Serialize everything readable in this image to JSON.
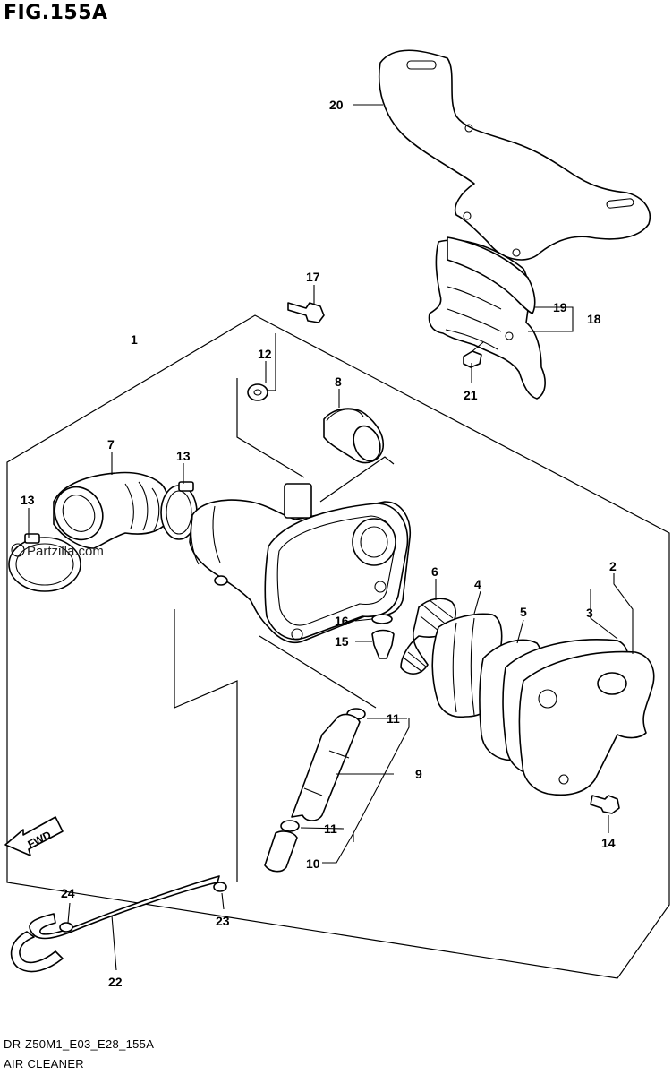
{
  "figure": {
    "title": "FIG.155A",
    "code": "DR-Z50M1_E03_E28_155A",
    "name": "AIR CLEANER",
    "watermark": "Partzilla.com",
    "fwd_label": "FWD"
  },
  "callouts": {
    "c1": "1",
    "c2": "2",
    "c3": "3",
    "c4": "4",
    "c5": "5",
    "c6": "6",
    "c7": "7",
    "c8": "8",
    "c9": "9",
    "c10": "10",
    "c11a": "11",
    "c11b": "11",
    "c12": "12",
    "c13a": "13",
    "c13b": "13",
    "c14": "14",
    "c15": "15",
    "c16": "16",
    "c17": "17",
    "c18": "18",
    "c19": "19",
    "c20": "20",
    "c21": "21",
    "c22": "22",
    "c23": "23",
    "c24": "24"
  }
}
